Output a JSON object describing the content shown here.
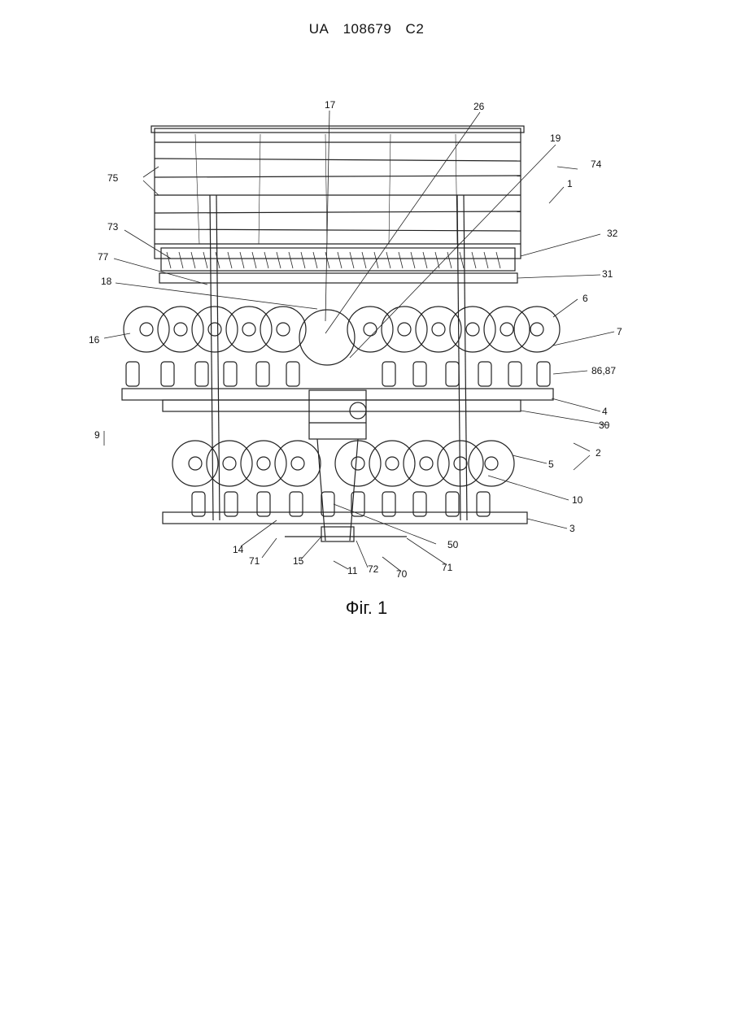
{
  "header": {
    "country": "UA",
    "number": "108679",
    "kind": "C2"
  },
  "figure": {
    "caption": "Фіг. 1",
    "labels": {
      "l17": "17",
      "l26": "26",
      "l19": "19",
      "l74": "74",
      "l1": "1",
      "l75": "75",
      "l73": "73",
      "l32": "32",
      "l77": "77",
      "l31": "31",
      "l18": "18",
      "l6": "6",
      "l16": "16",
      "l7": "7",
      "l8687": "86,87",
      "l4": "4",
      "l30": "30",
      "l9": "9",
      "l2": "2",
      "l5": "5",
      "l10": "10",
      "l3": "3",
      "l14": "14",
      "l50": "50",
      "l71a": "71",
      "l15": "15",
      "l11": "11",
      "l72": "72",
      "l70": "70",
      "l71b": "71"
    }
  }
}
